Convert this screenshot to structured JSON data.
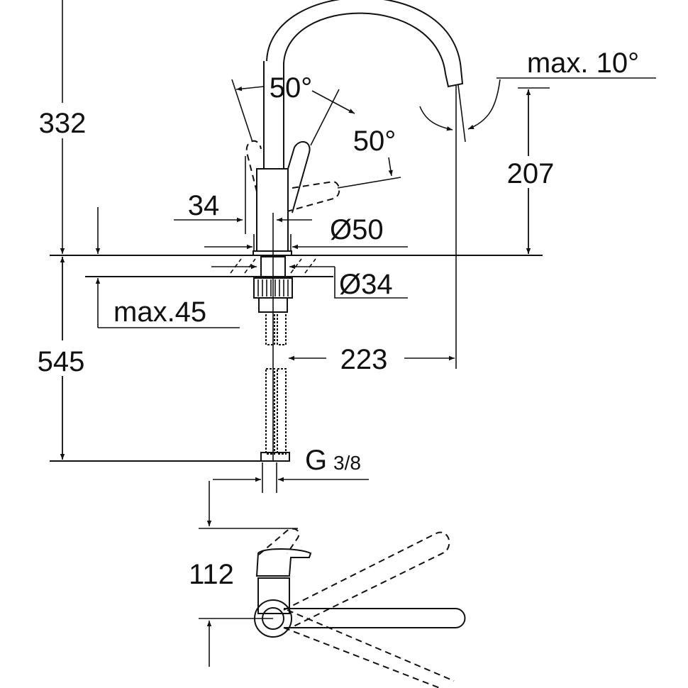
{
  "dimensions": {
    "height_above_counter": "332",
    "lever_angle_front": "50°",
    "lever_angle_side": "50°",
    "spout_tilt": "max. 10°",
    "spout_height": "207",
    "hole_min": "34",
    "base_diameter": "Ø50",
    "hole_diameter": "Ø34",
    "counter_thickness": "max.45",
    "hose_length": "545",
    "spout_reach": "223",
    "connection_thread": "G",
    "connection_fraction": "3/8",
    "top_view_depth": "112"
  }
}
